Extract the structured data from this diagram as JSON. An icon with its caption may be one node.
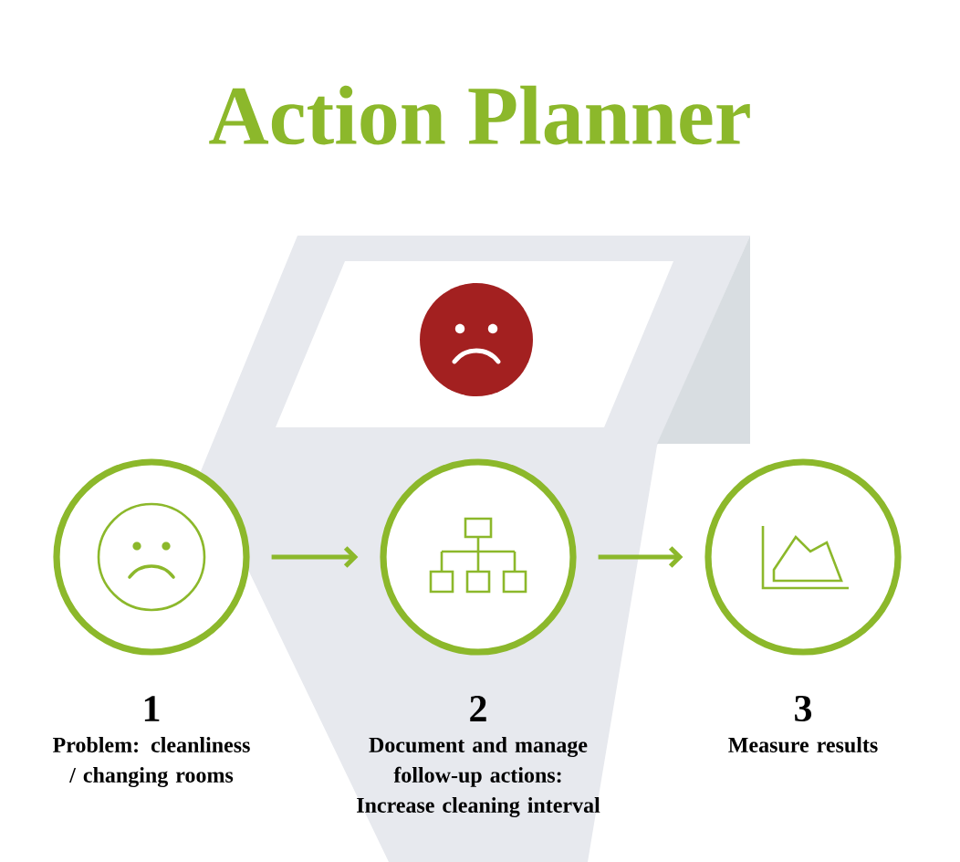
{
  "diagram": {
    "title": "Action Planner",
    "nodes": [
      {
        "text": [],
        "shape": "circle",
        "beside": [
          "1",
          "Problem: cleanliness / changing rooms"
        ]
      },
      {
        "text": [],
        "shape": "circle",
        "beside": [
          "2",
          "Document and manage follow-up actions: Increase cleaning interval"
        ]
      },
      {
        "text": [],
        "shape": "circle",
        "beside": [
          "3",
          "Measure results"
        ]
      }
    ],
    "edges": [
      {
        "from": 0,
        "to": 1,
        "arrow": "to"
      },
      {
        "from": 1,
        "to": 2,
        "arrow": "to"
      }
    ]
  }
}
